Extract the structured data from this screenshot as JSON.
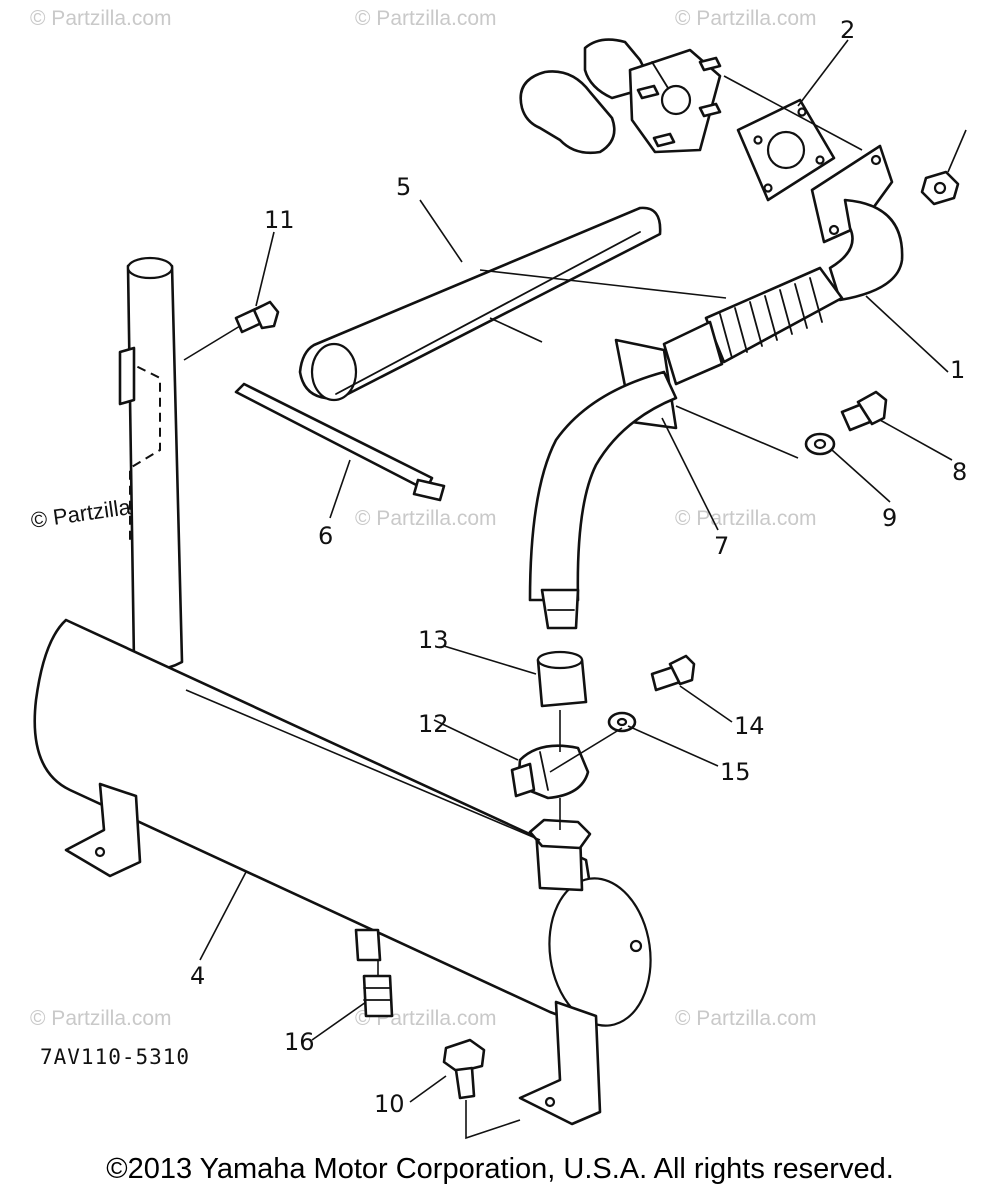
{
  "diagram": {
    "callouts": [
      "1",
      "2",
      "4",
      "5",
      "6",
      "7",
      "8",
      "9",
      "10",
      "11",
      "12",
      "13",
      "14",
      "15",
      "16"
    ],
    "drawing_code": "7AV110-5310"
  },
  "watermarks": {
    "text": "© Partzilla.com"
  },
  "footer": {
    "copyright": "©2013 Yamaha Motor Corporation, U.S.A. All rights reserved."
  }
}
